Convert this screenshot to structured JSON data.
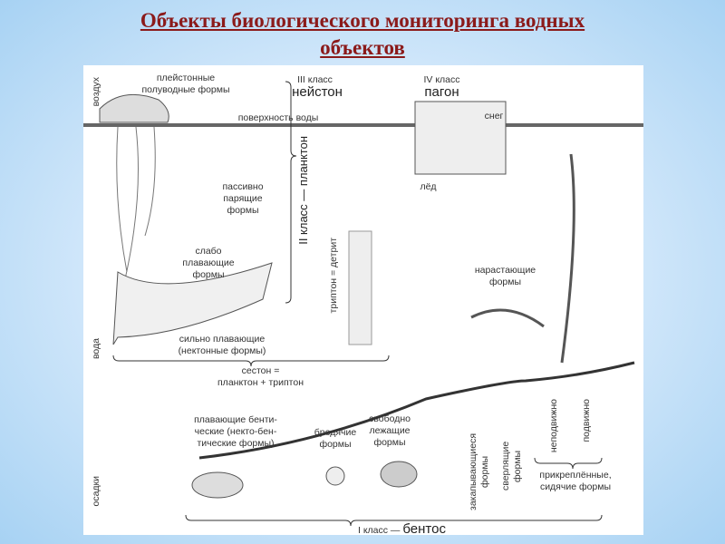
{
  "title": {
    "line1": "Объекты биологического мониторинга водных",
    "line2": "объектов"
  },
  "diagram": {
    "air": "воздух",
    "water": "вода",
    "sediments": "осадки",
    "pleuston_line1": "плейстонные",
    "pleuston_line2": "полуводные формы",
    "class3": "III класс",
    "neuston": "нейстон",
    "class4": "IV класс",
    "pagon": "пагон",
    "water_surface": "поверхность воды",
    "snow": "снег",
    "ice": "лёд",
    "passive_line1": "пассивно",
    "passive_line2": "парящие",
    "passive_line3": "формы",
    "plankton_class": "II класс — планктон",
    "weak_line1": "слабо",
    "weak_line2": "плавающие",
    "weak_line3": "формы",
    "tripton": "триптон = детрит",
    "growing_line1": "нарастающие",
    "growing_line2": "формы",
    "strong_line1": "сильно плавающие",
    "strong_line2": "(нектонные формы)",
    "seston_line1": "сестон =",
    "seston_line2": "планктон + триптон",
    "nektobenthic_line1": "плавающие бенти-",
    "nektobenthic_line2": "ческие (некто-бен-",
    "nektobenthic_line3": "тические формы)",
    "wandering_line1": "бродячие",
    "wandering_line2": "формы",
    "free_line1": "свободно",
    "free_line2": "лежащие",
    "free_line3": "формы",
    "burrowing": "закапывающиеся формы",
    "boring": "сверлящие формы",
    "immobile": "неподвижно",
    "mobile": "подвижно",
    "attached_line1": "прикреплённые,",
    "attached_line2": "сидячие формы",
    "benthos_class": "I класс —",
    "benthos": "бентос"
  }
}
